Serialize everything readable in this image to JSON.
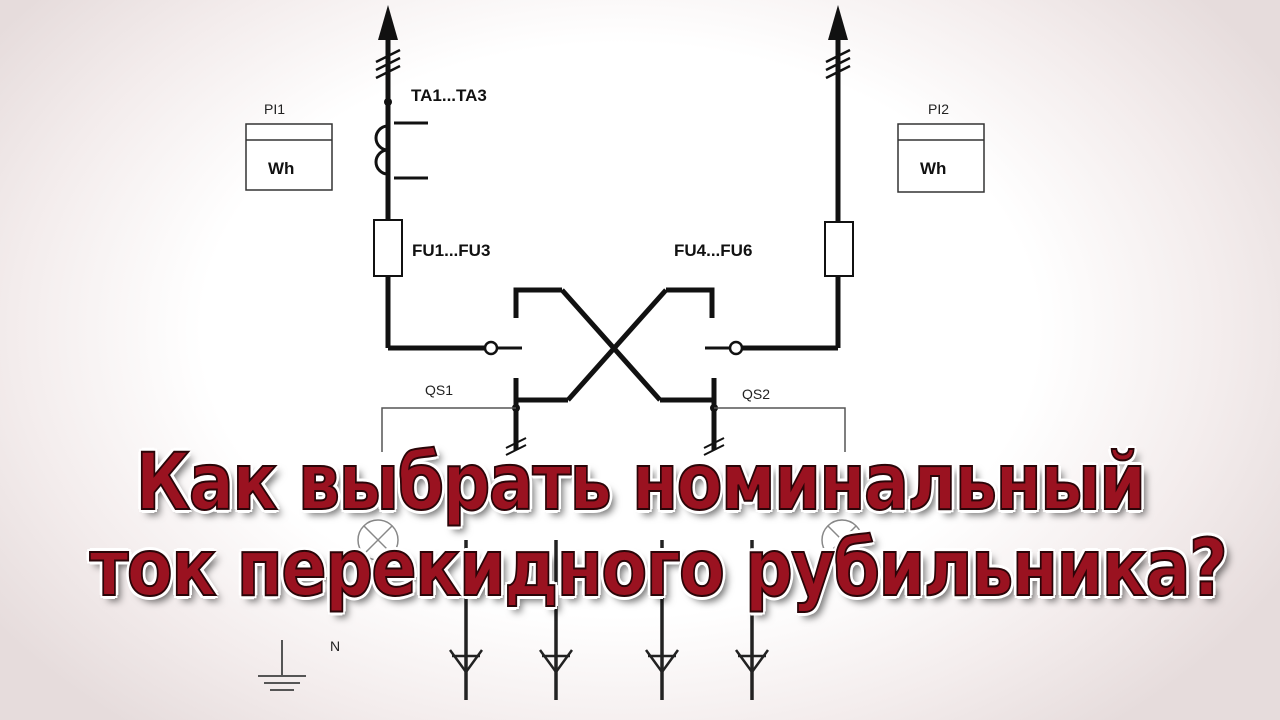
{
  "diagram": {
    "meter_left": {
      "label": "PI1",
      "unit": "Wh"
    },
    "meter_right": {
      "label": "PI2",
      "unit": "Wh"
    },
    "ct_label": "TA1...TA3",
    "fuse_left_label": "FU1...FU3",
    "fuse_right_label": "FU4...FU6",
    "switch_left_label": "QS1",
    "switch_right_label": "QS2",
    "neutral_label": "N"
  },
  "headline": {
    "line1": "Как выбрать номинальный",
    "line2": "ток перекидного рубильника?"
  },
  "colors": {
    "headline_fill": "#9a1220",
    "headline_outline": "#2a0508",
    "line": "#111111"
  }
}
